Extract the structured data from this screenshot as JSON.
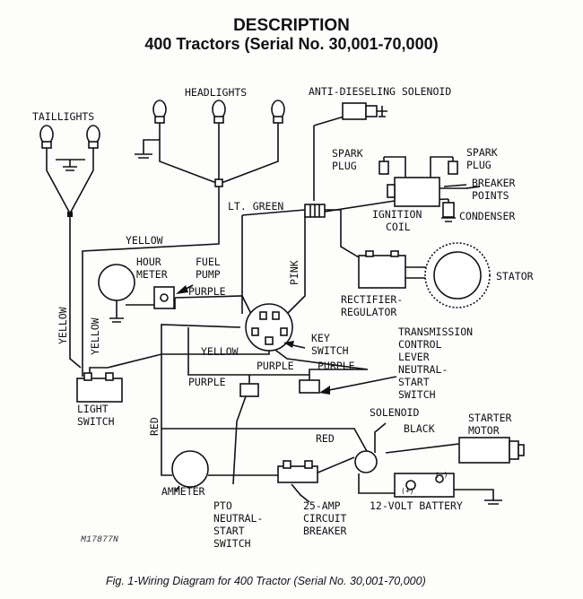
{
  "header": {
    "title": "DESCRIPTION",
    "subtitle": "400 Tractors (Serial No. 30,001-70,000)"
  },
  "labels": {
    "taillights": "TAILLIGHTS",
    "headlights": "HEADLIGHTS",
    "anti_dieseling": "ANTI-DIESELING SOLENOID",
    "spark_plug": "SPARK",
    "plug": "PLUG",
    "breaker": "BREAKER",
    "points": "POINTS",
    "ignition": "IGNITION",
    "coil": "COIL",
    "condenser": "CONDENSER",
    "lt_green": "LT. GREEN",
    "yellow": "YELLOW",
    "hour": "HOUR",
    "meter": "METER",
    "fuel": "FUEL",
    "pump": "PUMP",
    "purple": "PURPLE",
    "pink": "PINK",
    "stator": "STATOR",
    "rectifier": "RECTIFIER-",
    "regulator": "REGULATOR",
    "transmission": "TRANSMISSION",
    "control": "CONTROL",
    "lever": "LEVER",
    "neutral_dash": "NEUTRAL-",
    "start": "START",
    "switch": "SWITCH",
    "key": "KEY",
    "light": "LIGHT",
    "red": "RED",
    "solenoid": "SOLENOID",
    "black": "BLACK",
    "starter": "STARTER",
    "motor": "MOTOR",
    "ammeter": "AMMETER",
    "pto": "PTO",
    "neutral": "NEUTRAL-",
    "amp": "25-AMP",
    "circuit": "CIRCUIT",
    "breaker2": "BREAKER",
    "battery": "12-VOLT BATTERY"
  },
  "figure_code": "M17877N",
  "caption": "Fig. 1-Wiring Diagram for 400 Tractor (Serial No. 30,001-70,000)"
}
